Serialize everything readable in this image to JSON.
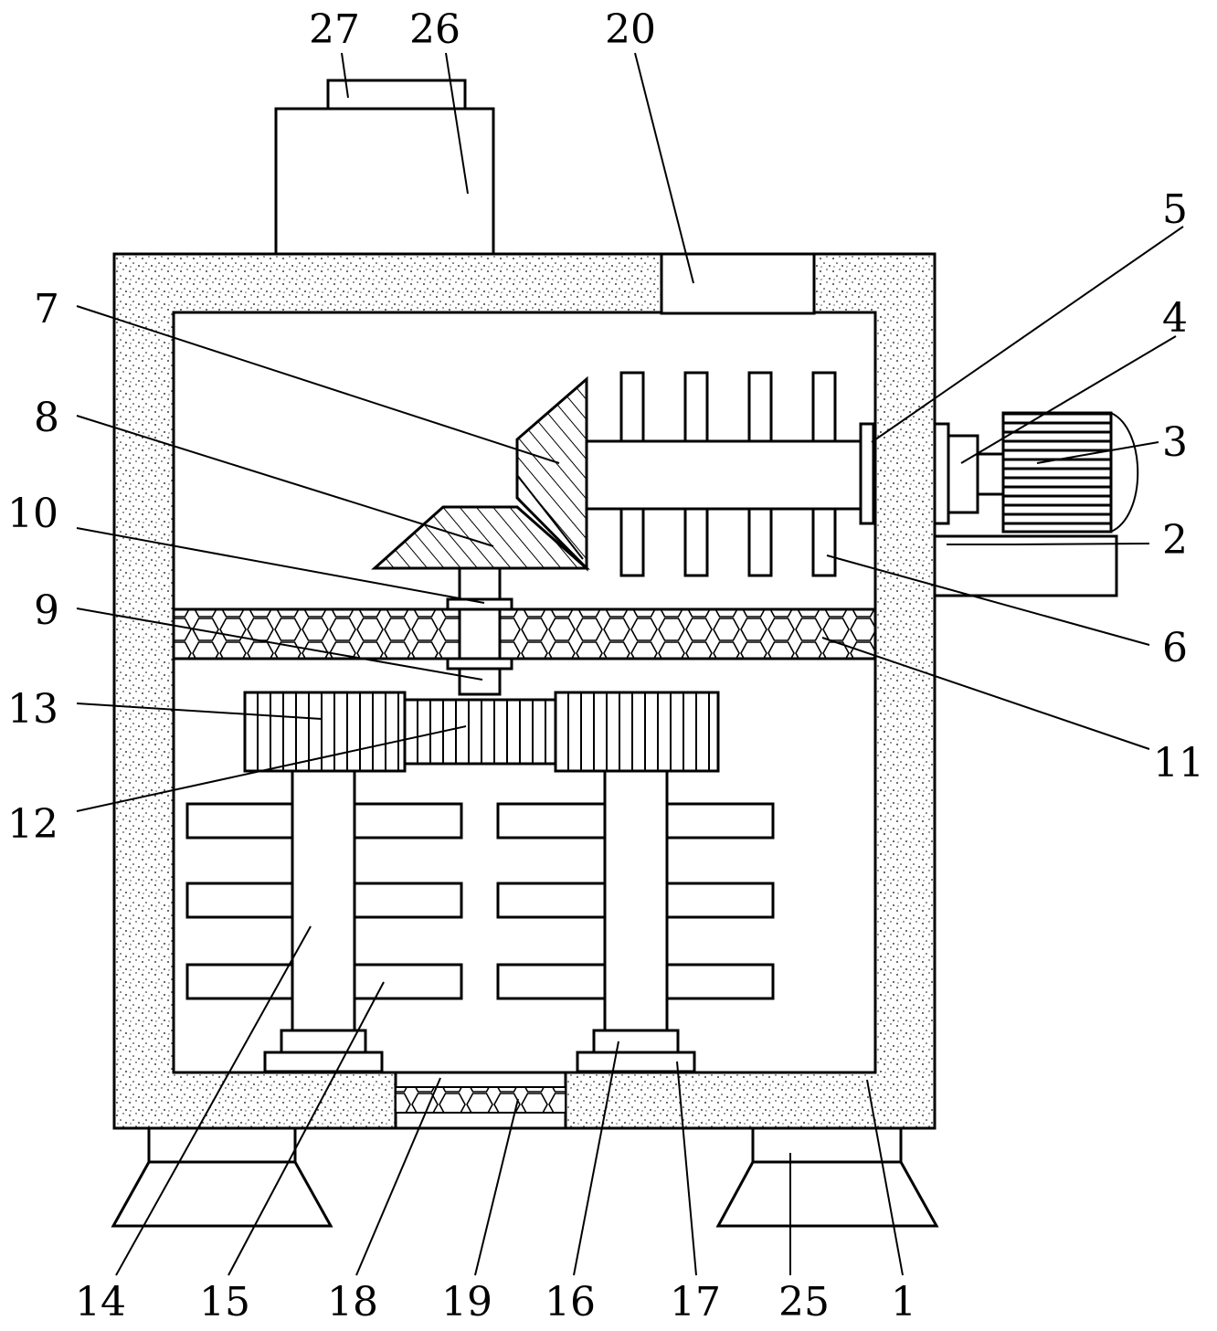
{
  "diagram": {
    "labels": {
      "l27": "27",
      "l26": "26",
      "l20": "20",
      "l5": "5",
      "l4": "4",
      "l3": "3",
      "l2": "2",
      "l7": "7",
      "l8": "8",
      "l10": "10",
      "l9": "9",
      "l6": "6",
      "l11": "11",
      "l13": "13",
      "l12": "12",
      "l14": "14",
      "l15": "15",
      "l18": "18",
      "l19": "19",
      "l16": "16",
      "l17": "17",
      "l25": "25",
      "l1": "1"
    },
    "colors": {
      "line": "#000000",
      "background": "#ffffff"
    }
  }
}
